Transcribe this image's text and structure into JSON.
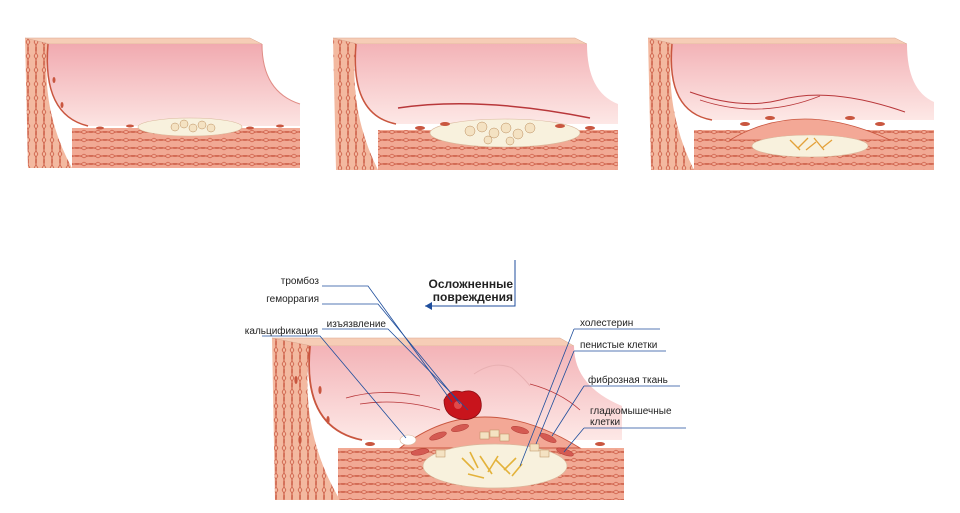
{
  "title_line1": "Осложненные",
  "title_line2": "повреждения",
  "labels": {
    "thrombosis": "тромбоз",
    "hemorrhage": "геморрагия",
    "ulceration": "изъязвление",
    "calcification": "кальцификация",
    "cholesterol": "холестерин",
    "foam_cells": "пенистые клетки",
    "fibrous_tissue": "фиброзная ткань",
    "smooth_muscle_1": "гладкомышечные",
    "smooth_muscle_2": "клетки"
  },
  "colors": {
    "lumen": "#f2b4b8",
    "lumen_light": "#fbe0e0",
    "wall": "#ee9d86",
    "wall_dark": "#c95a45",
    "adventitia": "#f3c6a4",
    "plaque_core": "#f7f0dc",
    "thrombus": "#c8141c",
    "leader_line": "#1f4e9c"
  }
}
